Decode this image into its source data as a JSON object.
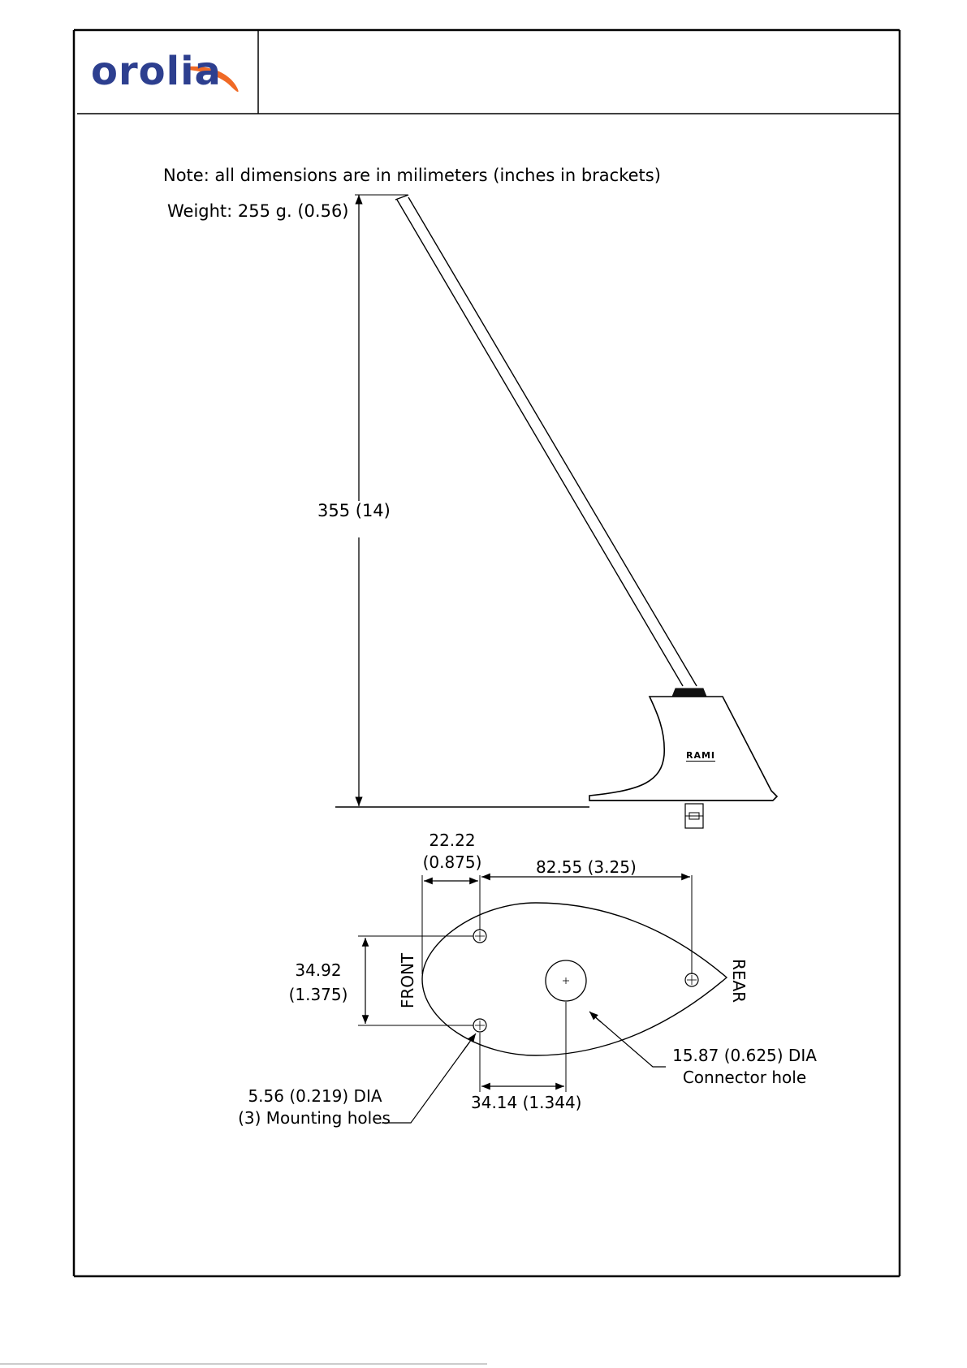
{
  "header": {
    "logo_text": "orolia",
    "colors": {
      "logo_text": "#2d3f8f",
      "logo_swoosh": "#f06a26",
      "frame": "#000000"
    }
  },
  "drawing": {
    "note": "Note: all dimensions are in milimeters (inches in brackets)",
    "weight": "Weight: 255 g. (0.56)",
    "height_dim": "355 (14)",
    "base_brand": "RAMI",
    "dims": {
      "hole_spacing_top_mm": "22.22",
      "hole_spacing_top_in": "(0.875)",
      "length": "82.55 (3.25)",
      "width_mm": "34.92",
      "width_in": "(1.375)",
      "front": "FRONT",
      "rear": "REAR",
      "connector_line1": "15.87 (0.625) DIA",
      "connector_line2": "Connector hole",
      "offset": "34.14 (1.344)",
      "mount_line1": "5.56 (0.219) DIA",
      "mount_line2": "(3) Mounting holes"
    }
  }
}
